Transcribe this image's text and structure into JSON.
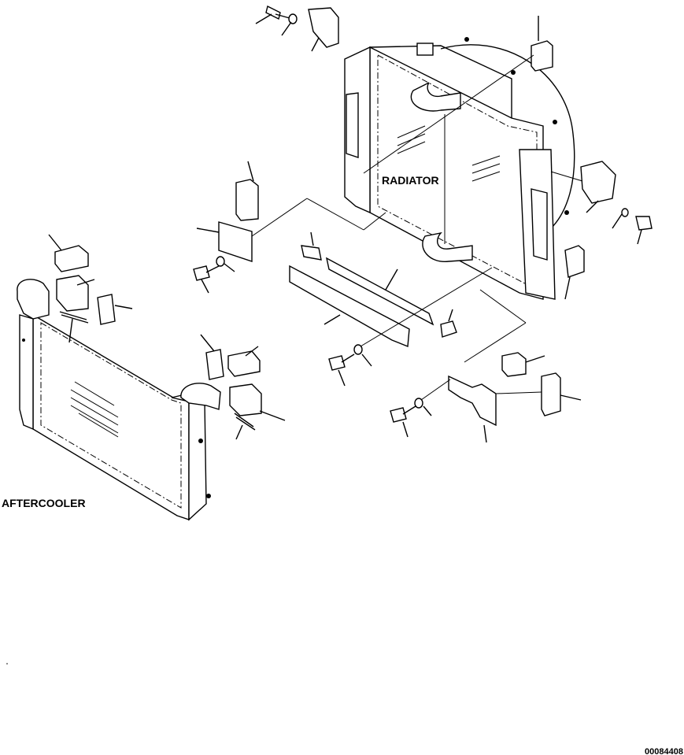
{
  "labels": {
    "radiator": "RADIATOR",
    "aftercooler": "AFTERCOOLER",
    "figure_code": "00084408"
  }
}
